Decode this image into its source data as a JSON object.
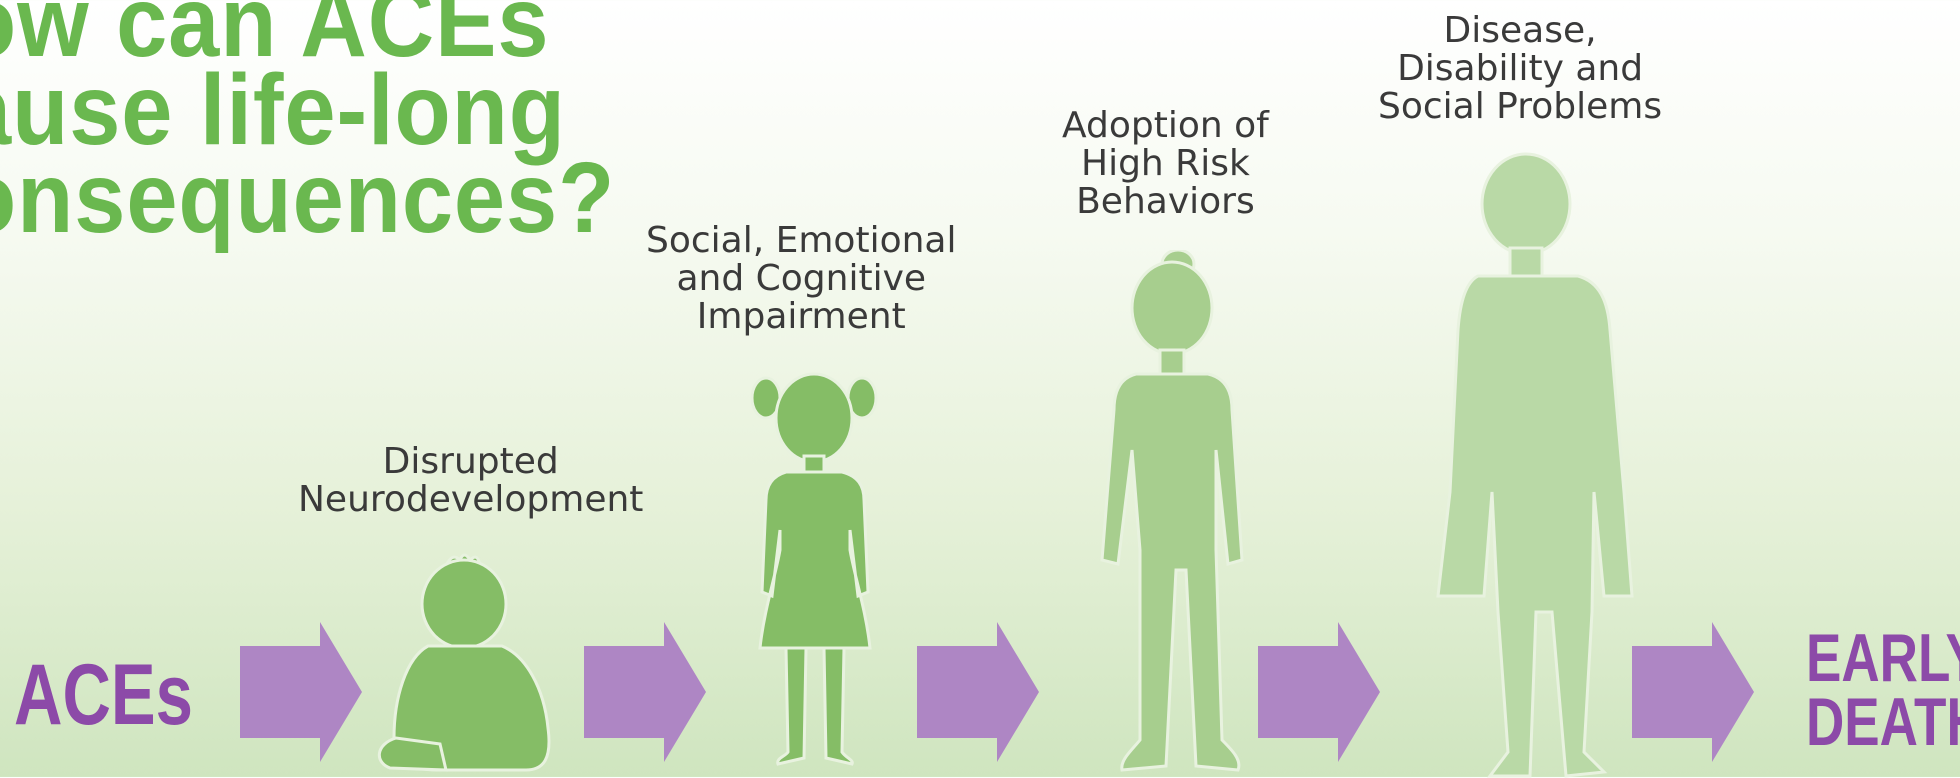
{
  "title": {
    "line1": "ow can ACEs",
    "line2": "ause life-long",
    "line3": "onsequences?"
  },
  "start_label": "ACEs",
  "end_label": {
    "line1": "EARLY",
    "line2": "DEATH"
  },
  "stages": [
    {
      "lines": [
        "Disrupted",
        "Neurodevelopment"
      ]
    },
    {
      "lines": [
        "Social, Emotional",
        "and Cognitive",
        "Impairment"
      ]
    },
    {
      "lines": [
        "Adoption of",
        "High Risk",
        "Behaviors"
      ]
    },
    {
      "lines": [
        "Disease,",
        "Disability and",
        "Social Problems"
      ]
    }
  ],
  "colors": {
    "title_green": "#6ab84f",
    "purple": "#8c4aa8",
    "arrow_purple": "#ae86c4",
    "figure_green_dark": "#85bd66",
    "figure_green_light": "#b9d9a6"
  }
}
